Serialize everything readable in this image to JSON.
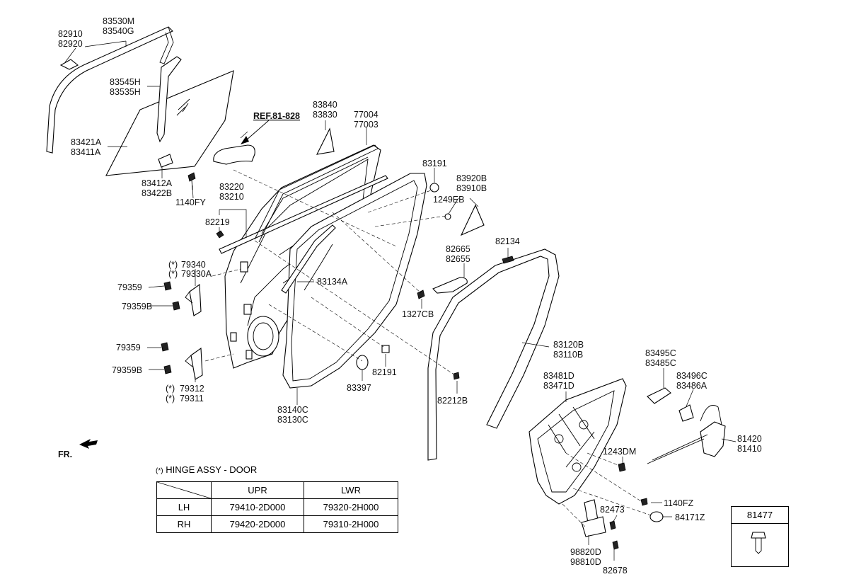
{
  "ref_label": "REF.81-828",
  "fr_label": "FR.",
  "hinge_note": "HINGE ASSY - DOOR",
  "hinge_mark": "(*)",
  "table": {
    "headers": [
      "",
      "UPR",
      "LWR"
    ],
    "rows": [
      {
        "side": "LH",
        "upr": "79410-2D000",
        "lwr": "79320-2H000"
      },
      {
        "side": "RH",
        "upr": "79420-2D000",
        "lwr": "79310-2H000"
      }
    ]
  },
  "box_part": "81477",
  "parts": {
    "p82910": "82910",
    "p82920": "82920",
    "p83530M": "83530M",
    "p83540G": "83540G",
    "p83545H": "83545H",
    "p83535H": "83535H",
    "p83421A": "83421A",
    "p83411A": "83411A",
    "p83412A": "83412A",
    "p83422B": "83422B",
    "p1140FY": "1140FY",
    "p83840": "83840",
    "p83830": "83830",
    "p77004": "77004",
    "p77003": "77003",
    "p83191": "83191",
    "p83920B": "83920B",
    "p83910B": "83910B",
    "p1249EB": "1249EB",
    "p83220": "83220",
    "p83210": "83210",
    "p82219": "82219",
    "p79340": "79340",
    "p79330A": "79330A",
    "p79359a": "79359",
    "p79359Ba": "79359B",
    "p79359b": "79359",
    "p79359Bb": "79359B",
    "p79312": "79312",
    "p79311": "79311",
    "p83134A": "83134A",
    "p82134": "82134",
    "p82665": "82665",
    "p82655": "82655",
    "p1327CB": "1327CB",
    "p83120B": "83120B",
    "p83110B": "83110B",
    "p82191": "82191",
    "p83397": "83397",
    "p82212B": "82212B",
    "p83140C": "83140C",
    "p83130C": "83130C",
    "p83495C": "83495C",
    "p83485C": "83485C",
    "p83481D": "83481D",
    "p83471D": "83471D",
    "p83496C": "83496C",
    "p83486A": "83486A",
    "p81420": "81420",
    "p81410": "81410",
    "p1243DM": "1243DM",
    "p1140FZ": "1140FZ",
    "p82473": "82473",
    "p84171Z": "84171Z",
    "p98820D": "98820D",
    "p98810D": "98810D",
    "p82678": "82678"
  }
}
